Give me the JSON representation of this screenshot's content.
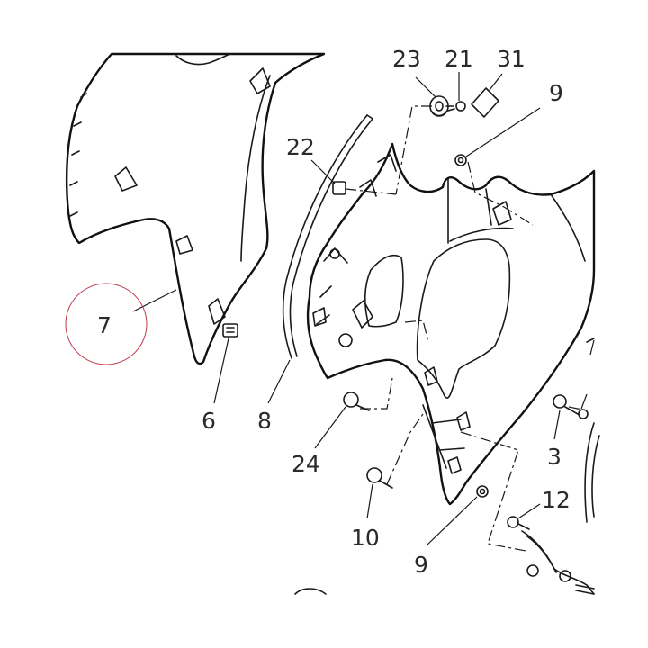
{
  "diagram": {
    "callouts": {
      "c23": "23",
      "c21": "21",
      "c31": "31",
      "c9_top": "9",
      "c22": "22",
      "c7": "7",
      "c6": "6",
      "c8": "8",
      "c24": "24",
      "c10": "10",
      "c9_bottom": "9",
      "c3": "3",
      "c12": "12"
    },
    "colors": {
      "panel_fill": "#bdbdbd",
      "line": "#1a1a1a",
      "highlight_circle": "#c0364a"
    }
  }
}
